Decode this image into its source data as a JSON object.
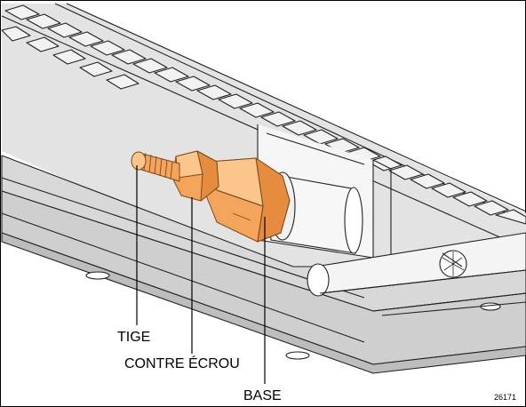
{
  "labels": {
    "rod": "TIGE",
    "lock_nut": "CONTRE ÉCROU",
    "base": "BASE"
  },
  "figure_number": "26171",
  "colors": {
    "part_fill": "#f5a45c",
    "part_dark": "#d9823a",
    "part_light": "#fbc58c",
    "panel_fill": "#dcdcdc",
    "line": "#222222"
  }
}
